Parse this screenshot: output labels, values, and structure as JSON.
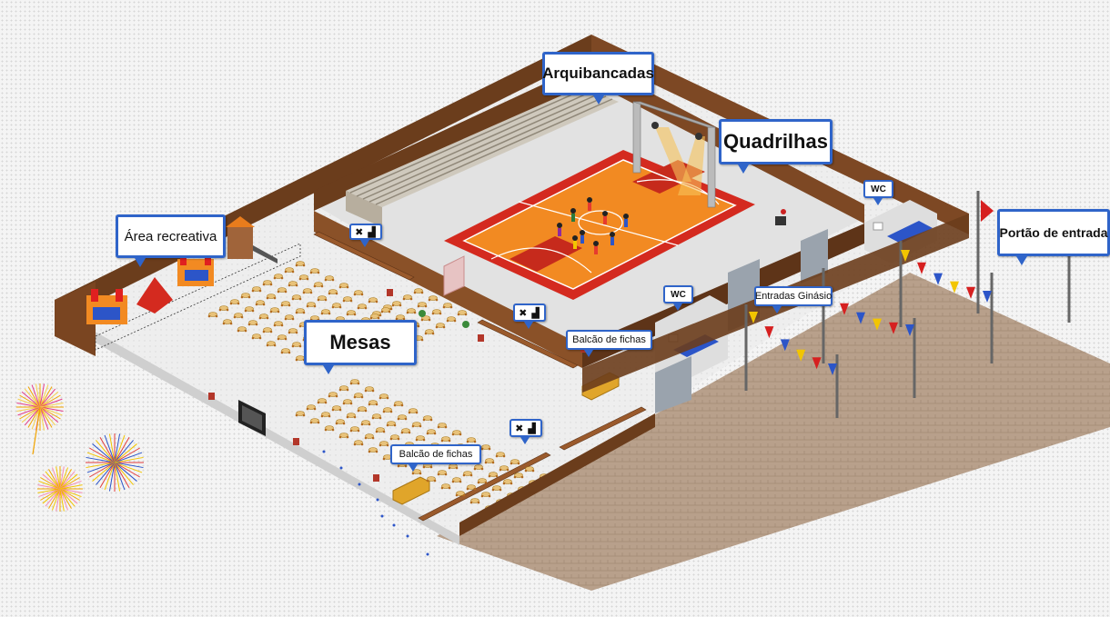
{
  "callouts": {
    "arquibancadas": "Arquibancadas",
    "quadrilhas": "Quadrilhas",
    "area_recreativa": "Área recreativa",
    "mesas": "Mesas",
    "portao_entrada": "Portão de entrada",
    "entradas_ginasio": "Entradas Ginásio",
    "balcao_fichas_1": "Balcão de fichas",
    "balcao_fichas_2": "Balcão de fichas",
    "wc_1": "WC",
    "wc_2": "WC",
    "food_icon_1": "✖ ▟",
    "food_icon_2": "✖ ▟",
    "food_icon_3": "✖ ▟"
  },
  "colors": {
    "wall_brown": "#6b3d1c",
    "floor_gray": "#e8e8e8",
    "court_orange": "#f28a22",
    "court_red": "#d42a1f",
    "accent_blue": "#2f64c9",
    "outdoor_ground": "#b89f8a",
    "flag_yellow": "#f2c500",
    "flag_red": "#d62020",
    "flag_blue": "#2c55c8"
  }
}
